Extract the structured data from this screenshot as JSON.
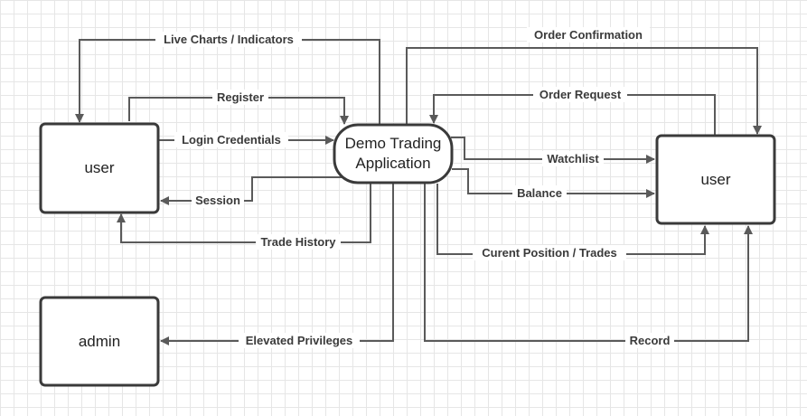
{
  "nodes": {
    "user_left": "user",
    "admin": "admin",
    "app_line1": "Demo Trading",
    "app_line2": "Application",
    "user_right": "user"
  },
  "flows": {
    "live_charts": "Live Charts / Indicators",
    "register": "Register",
    "login": "Login Credentials",
    "session": "Session",
    "trade_history": "Trade History",
    "elevated": "Elevated Privileges",
    "order_confirmation": "Order Confirmation",
    "order_request": "Order Request",
    "watchlist": "Watchlist",
    "balance": "Balance",
    "current_position": "Curent Position / Trades",
    "record": "Record"
  },
  "colors": {
    "stroke": "#3a3a3a",
    "connector": "#5a5a5a",
    "grid": "#e6e6e6",
    "background": "#ffffff"
  }
}
